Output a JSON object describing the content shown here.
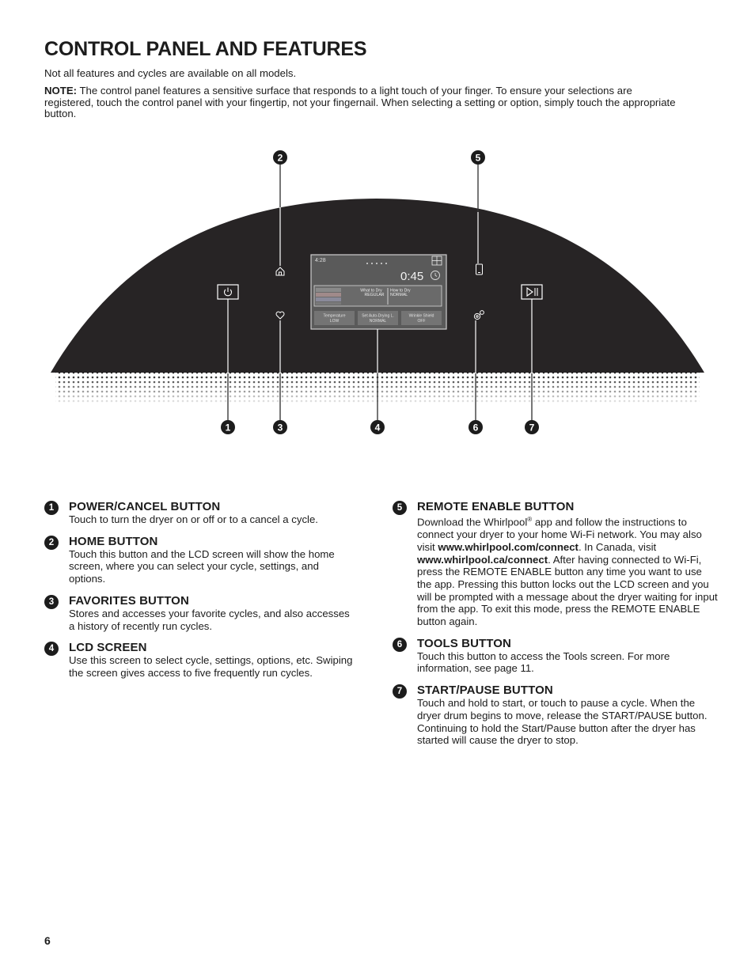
{
  "page": {
    "title": "CONTROL PANEL AND FEATURES",
    "intro": "Not all features and cycles are available on all models.",
    "note_label": "NOTE:",
    "note_text": " The control panel features a sensitive surface that responds to a light touch of your finger. To ensure your selections are registered, touch the control panel with your fingertip, not your fingernail. When selecting a setting or option, simply touch the appropriate button.",
    "page_number": "6"
  },
  "lcd": {
    "clock": "4:28",
    "timer": "0:45",
    "what_to_dry_label": "What to Dry",
    "what_to_dry_value": "REGULAR",
    "how_to_dry_label": "How to Dry",
    "how_to_dry_value": "NORMAL",
    "option1_label": "Temperature",
    "option1_value": "LOW",
    "option2_label": "Set Auto-Drying L.",
    "option2_value": "NORMAL",
    "option3_label": "Wrinkle Shield",
    "option3_value": "OFF"
  },
  "callouts": [
    "1",
    "2",
    "3",
    "4",
    "5",
    "6",
    "7"
  ],
  "icons": [
    "power-icon",
    "home-icon",
    "heart-icon",
    "phone-icon",
    "tools-icon",
    "play-pause-icon"
  ],
  "features": {
    "f1": {
      "num": "1",
      "title": "POWER/CANCEL BUTTON",
      "text": "Touch to turn the dryer on or off or to a cancel a cycle."
    },
    "f2": {
      "num": "2",
      "title": "HOME BUTTON",
      "text": "Touch this button and the LCD screen will show the home screen, where you can select your cycle, settings, and options."
    },
    "f3": {
      "num": "3",
      "title": "FAVORITES BUTTON",
      "text": "Stores and accesses your favorite cycles, and also accesses a history of recently run cycles."
    },
    "f4": {
      "num": "4",
      "title": "LCD SCREEN",
      "text": "Use this screen to select cycle, settings, options, etc. Swiping the screen gives access to five frequently run cycles."
    },
    "f5": {
      "num": "5",
      "title": "REMOTE ENABLE BUTTON",
      "t1": "Download the Whirlpool",
      "reg": "®",
      "t2": " app and follow the instructions to connect your dryer to your home Wi-Fi network. You may also visit ",
      "link1": "www.whirlpool.com/connect",
      "t3": ". In Canada, visit ",
      "link2": "www.whirlpool.ca/connect",
      "t4": ". After having connected to Wi-Fi, press the REMOTE ENABLE button any time you want to use the app. Pressing this button locks out the LCD screen and you will be prompted with a message about the dryer waiting for input from the app. To exit this mode, press the REMOTE ENABLE button again."
    },
    "f6": {
      "num": "6",
      "title": "TOOLS BUTTON",
      "text": "Touch this button to access the Tools screen. For more information, see page 11."
    },
    "f7": {
      "num": "7",
      "title": "START/PAUSE BUTTON",
      "text": "Touch and hold to start, or touch to pause a cycle. When the dryer drum begins to move, release the START/PAUSE button. Continuing to hold the Start/Pause button after the dryer has started will cause the dryer to stop."
    }
  }
}
